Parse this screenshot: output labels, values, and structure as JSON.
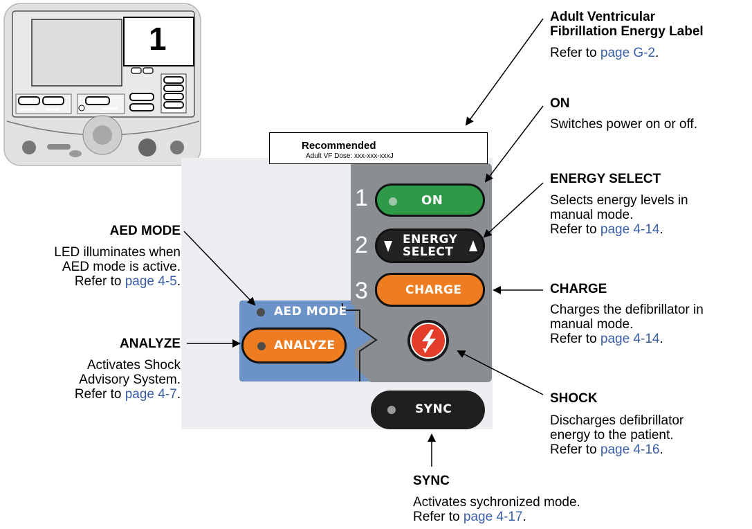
{
  "device_thumbnail": {
    "panel_number": "1"
  },
  "vf_label": {
    "title_line1": "Adult Ventricular",
    "title_line2": "Fibrillation Energy Label",
    "desc_prefix": "Refer to ",
    "page_link": "page G-2",
    "desc_suffix": ".",
    "sticker_heading": "Recommended",
    "sticker_text": "Adult VF Dose: xxx-xxx-xxxJ"
  },
  "panel": {
    "step_numbers": [
      "1",
      "2",
      "3"
    ],
    "on_label": "ON",
    "energy_select_line1": "ENERGY",
    "energy_select_line2": "SELECT",
    "charge_label": "CHARGE",
    "aed_mode_label": "AED MODE",
    "analyze_label": "ANALYZE",
    "sync_label": "SYNC",
    "shock_icon": "lightning-bolt-icon",
    "colors": {
      "on": "#2e9a48",
      "charge": "#ee7d22",
      "shock": "#e43e2b",
      "aed_panel": "#6b93c7",
      "dark_panel": "#8b8f94",
      "button_dark": "#222222"
    }
  },
  "callouts": {
    "on": {
      "title": "ON",
      "line1": "Switches power on or off."
    },
    "energy_select": {
      "title": "ENERGY SELECT",
      "line1": "Selects energy levels in",
      "line2": "manual mode.",
      "refer": "Refer to ",
      "page": "page 4-14",
      "suffix": "."
    },
    "charge": {
      "title": "CHARGE",
      "line1": "Charges the defibrillator in",
      "line2": "manual mode.",
      "refer": "Refer to ",
      "page": "page 4-14",
      "suffix": "."
    },
    "shock": {
      "title": "SHOCK",
      "line1": "Discharges defibrillator",
      "line2": "energy to the patient.",
      "refer": "Refer to ",
      "page": "page 4-16",
      "suffix": "."
    },
    "sync": {
      "title": "SYNC",
      "line1": "Activates sychronized mode.",
      "refer": "Refer to ",
      "page": "page 4-17",
      "suffix": "."
    },
    "aed_mode": {
      "title": "AED MODE",
      "line1": "LED illuminates when",
      "line2": "AED mode is active.",
      "refer": "Refer to ",
      "page": "page 4-5",
      "suffix": "."
    },
    "analyze": {
      "title": "ANALYZE",
      "line1": "Activates Shock",
      "line2": "Advisory System.",
      "refer": "Refer to ",
      "page": "page 4-7",
      "suffix": "."
    }
  }
}
